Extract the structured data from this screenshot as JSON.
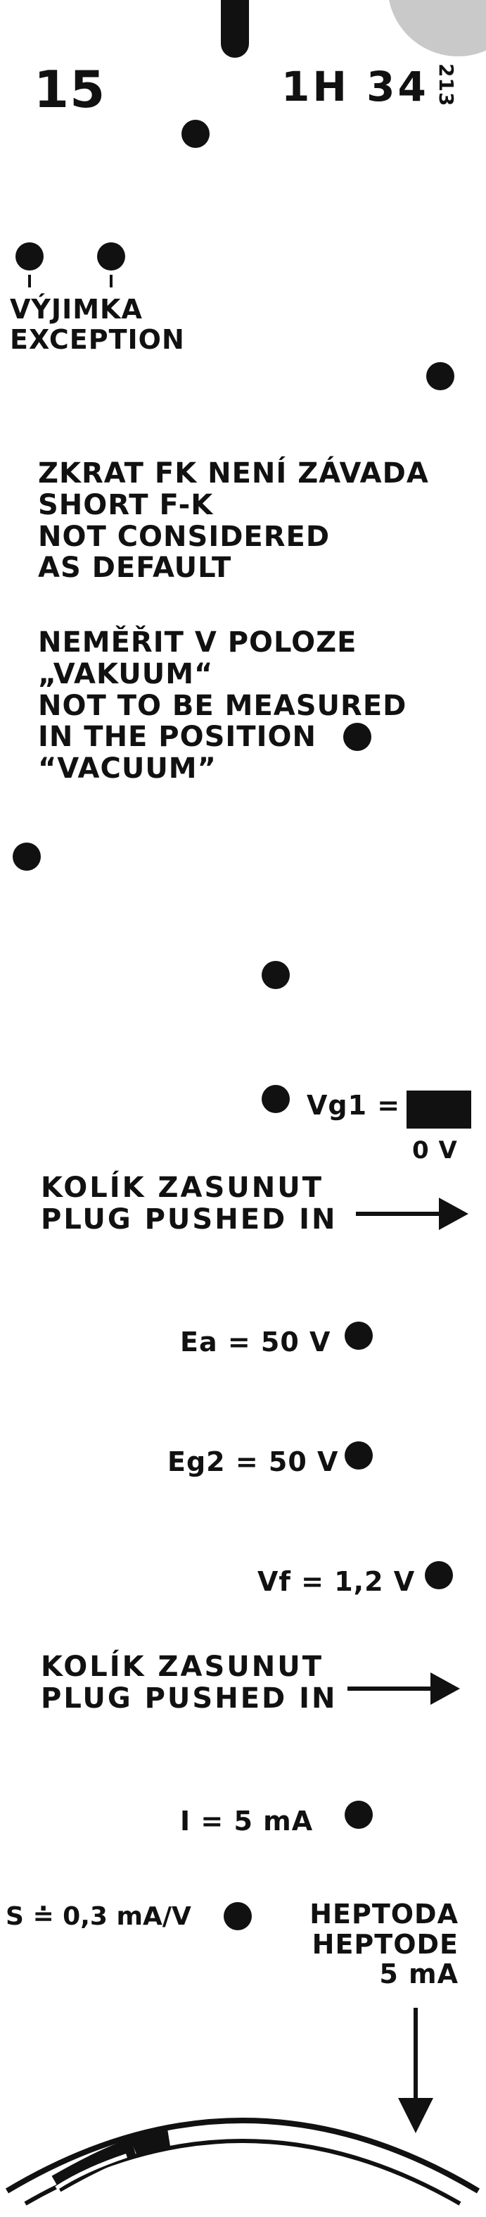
{
  "header": {
    "card_number": "15",
    "tube_code": "1H 34",
    "tube_code_suffix": "213"
  },
  "exception": {
    "label_cz": "VÝJIMKA",
    "label_en": "EXCEPTION"
  },
  "short_note": {
    "lines": [
      "ZKRAT FK NENÍ ZÁVADA",
      "SHORT F-K",
      "NOT CONSIDERED",
      "AS DEFAULT"
    ]
  },
  "vacuum_note": {
    "lines": [
      "NEMĚŘIT V POLOZE",
      "„VAKUUM“",
      "NOT TO BE MEASURED",
      "IN THE POSITION",
      "“VACUUM”"
    ]
  },
  "vg1": {
    "label": "Vg1 =",
    "unit": "0 V"
  },
  "plug1": {
    "lines": [
      "KOLÍK ZASUNUT",
      "PLUG PUSHED IN"
    ]
  },
  "ea": {
    "label": "Ea = 50 V"
  },
  "eg2": {
    "label": "Eg2 = 50 V"
  },
  "vf": {
    "label": "Vf = 1,2 V"
  },
  "plug2": {
    "lines": [
      "KOLÍK ZASUNUT",
      "PLUG PUSHED IN"
    ]
  },
  "current": {
    "label": "I = 5 mA"
  },
  "slope": {
    "label": "S ≐ 0,3 mA/V"
  },
  "tube_type": {
    "lines": [
      "HEPTODA",
      "HEPTODE",
      "5 mA"
    ]
  },
  "colors": {
    "ink": "#111111",
    "paper": "#ffffff",
    "edge": "#c9c9c9"
  }
}
